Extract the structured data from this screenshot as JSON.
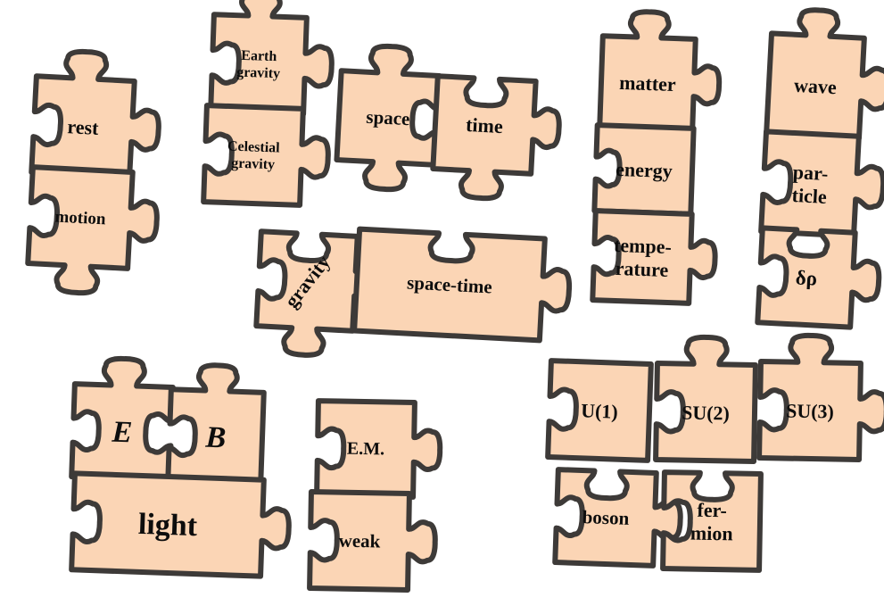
{
  "puzzle": {
    "fill_color": "#fbd5b5",
    "outline_color": "#3d3a38",
    "text_color": "#0d0d0d",
    "pieces": {
      "rest": {
        "lines": [
          "rest"
        ]
      },
      "motion": {
        "lines": [
          "motion"
        ]
      },
      "earth_gravity": {
        "lines": [
          "Earth",
          "gravity"
        ]
      },
      "celestial_gravity": {
        "lines": [
          "Celestial",
          "gravity"
        ]
      },
      "space": {
        "lines": [
          "space"
        ]
      },
      "time": {
        "lines": [
          "time"
        ]
      },
      "gravity": {
        "lines": [
          "gravity"
        ]
      },
      "space_time": {
        "lines": [
          "space-time"
        ]
      },
      "matter": {
        "lines": [
          "matter"
        ]
      },
      "energy": {
        "lines": [
          "energy"
        ]
      },
      "temperature": {
        "lines": [
          "tempe-",
          "rature"
        ]
      },
      "wave": {
        "lines": [
          "wave"
        ]
      },
      "particle": {
        "lines": [
          "par-",
          "ticle"
        ]
      },
      "delta_rho": {
        "lines": [
          "δρ"
        ]
      },
      "e_field": {
        "lines": [
          "E"
        ]
      },
      "b_field": {
        "lines": [
          "B"
        ]
      },
      "light": {
        "lines": [
          "light"
        ]
      },
      "em": {
        "lines": [
          "E.M."
        ]
      },
      "weak": {
        "lines": [
          "weak"
        ]
      },
      "u1": {
        "lines": [
          "U(1)"
        ]
      },
      "su2": {
        "lines": [
          "SU(2)"
        ]
      },
      "su3": {
        "lines": [
          "SU(3)"
        ]
      },
      "boson": {
        "lines": [
          "boson"
        ]
      },
      "fermion": {
        "lines": [
          "fer-",
          "mion"
        ]
      }
    }
  }
}
